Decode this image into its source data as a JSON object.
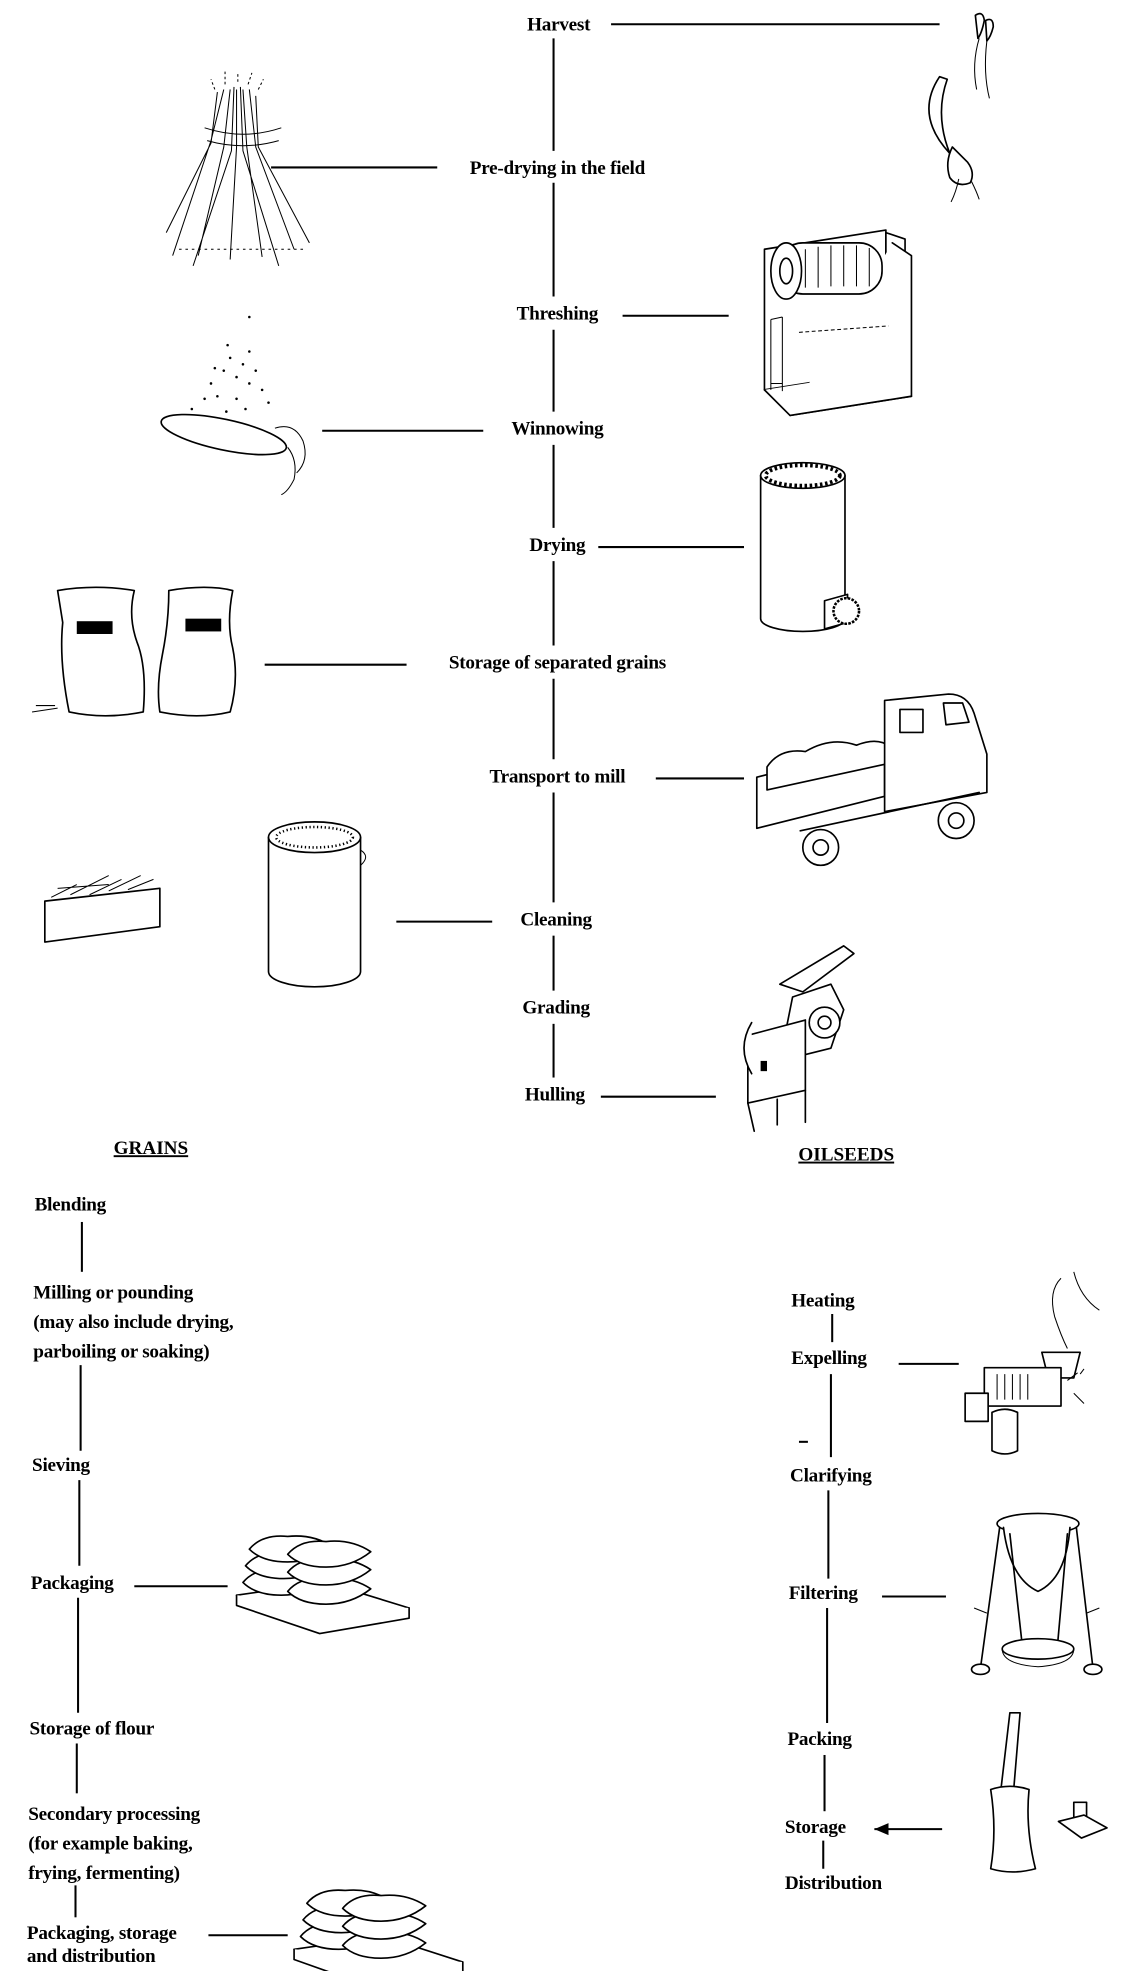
{
  "main_chain": {
    "steps": [
      {
        "label": "Harvest",
        "illustration": "hand-sickle-icon"
      },
      {
        "label": "Pre-drying in the field",
        "illustration": "grain-sheaf-icon"
      },
      {
        "label": "Threshing",
        "illustration": "threshing-machine-icon"
      },
      {
        "label": "Winnowing",
        "illustration": "winnowing-tray-icon"
      },
      {
        "label": "Drying",
        "illustration": "grain-dryer-icon"
      },
      {
        "label": "Storage of separated grains",
        "illustration": "grain-sacks-icon"
      },
      {
        "label": "Transport to mill",
        "illustration": "truck-icon"
      },
      {
        "label": "Cleaning",
        "illustration": "cleaning-bin-icon"
      },
      {
        "label": "Grading"
      },
      {
        "label": "Hulling",
        "illustration": "huller-machine-icon"
      }
    ]
  },
  "grains": {
    "heading": "GRAINS",
    "steps": [
      {
        "lines": [
          "Blending"
        ]
      },
      {
        "lines": [
          "Milling or pounding",
          "(may also include drying,",
          "parboiling or soaking)"
        ]
      },
      {
        "lines": [
          "Sieving"
        ]
      },
      {
        "lines": [
          "Packaging"
        ],
        "illustration": "bags-on-pallet-icon"
      },
      {
        "lines": [
          "Storage of flour"
        ]
      },
      {
        "lines": [
          "Secondary processing",
          "(for example baking,",
          "frying, fermenting)"
        ]
      },
      {
        "lines": [
          "Packaging, storage",
          "and distribution"
        ],
        "illustration": "bags-on-pallet-icon"
      }
    ]
  },
  "oilseeds": {
    "heading": "OILSEEDS",
    "steps": [
      {
        "label": "Heating"
      },
      {
        "label": "Expelling",
        "illustration": "oil-expeller-icon"
      },
      {
        "label": "Clarifying"
      },
      {
        "label": "Filtering",
        "illustration": "filter-stand-icon"
      },
      {
        "label": "Packing"
      },
      {
        "label": "Storage",
        "illustration": "oil-bag-icon"
      },
      {
        "label": "Distribution"
      }
    ]
  }
}
